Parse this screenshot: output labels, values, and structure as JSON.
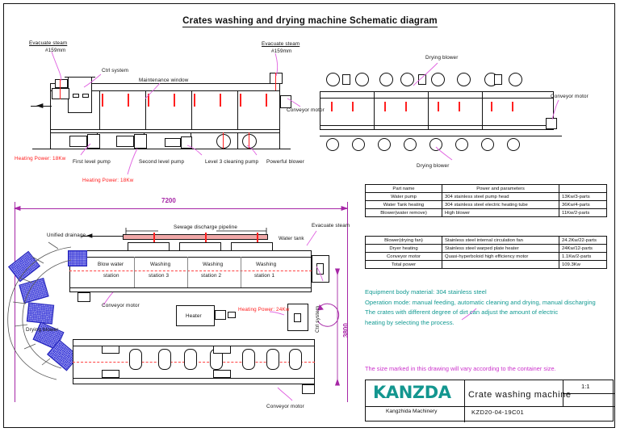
{
  "drawing": {
    "title": "Crates washing and drying machine Schematic diagram"
  },
  "elevation_labels": {
    "evac_steam_1": "Evacuate steam",
    "evac_steam_1_spec": "#159mm",
    "evac_steam_2": "Evacuate steam",
    "evac_steam_2_spec": "#159mm",
    "ctrl_system": "Ctrl system",
    "maintenance_window": "Maintenance window",
    "conveyor_motor_left": "Conveyor motor",
    "conveyor_motor_right": "Conveyor motor",
    "drying_blower_top": "Drying blower",
    "drying_blower_bottom": "Drying blower",
    "heating_power_1": "Heating Power: 18Kw",
    "heating_power_2": "Heating Power: 18Kw",
    "first_level_pump": "First level pump",
    "second_level_pump": "Second level pump",
    "level3_cleaning_pump": "Level 3 cleaning pump",
    "powerful_blower": "Powerful blower"
  },
  "plan_labels": {
    "dim_length": "7200",
    "dim_width": "3800",
    "sewage_pipeline": "Sewage discharge pipeline",
    "unified_drainage": "Unified drainage",
    "water_tank": "Water tank",
    "evacuate_steam": "Evacuate steam",
    "blow_water_station": "Blow water",
    "blow_water_station_2": "station",
    "washing_station_3": "Washing",
    "washing_station_3b": "station 3",
    "washing_station_2": "Washing",
    "washing_station_2b": "station 2",
    "washing_station_1": "Washing",
    "washing_station_1b": "station 1",
    "conveyor_motor_plan": "Conveyor motor",
    "conveyor_motor_plan2": "Conveyor motor",
    "drying_blower_plan": "Drying blower",
    "heater": "Heater",
    "heating_power_3": "Heating Power: 24Kw",
    "ctrl_system_plan": "Ctrl system"
  },
  "spec_table_top": {
    "headers": [
      "Part name",
      "Power and parameters",
      ""
    ],
    "rows": [
      [
        "Water pump",
        "304 stainless steel pump head",
        "13Kw/3-parts"
      ],
      [
        "Water Tank heating",
        "304 stainless steel electric heating tube",
        "36Kw/4-parts"
      ],
      [
        "Blower(water remove)",
        "High blower",
        "11Kw/2-parts"
      ]
    ]
  },
  "spec_table_bottom": {
    "rows": [
      [
        "Blower(drying fan)",
        "Stainless steel internal circulation fan",
        "24.2Kw/22-parts"
      ],
      [
        "Dryer heating",
        "Stainless steel warped plate heater",
        "24Kw/12-parts"
      ],
      [
        "Conveyor motor",
        "Quasi-hyperboloid high efficiency motor",
        "1.1Kw/2-parts"
      ],
      [
        "Total power",
        "",
        "109.3Kw"
      ]
    ]
  },
  "notes": {
    "line1": "Equipment body material: 304 stainless steel",
    "line2": "Operation mode: manual feeding, automatic cleaning and drying, manual discharging",
    "line3": "The crates with different degree of dirt can adjust the amount of electric",
    "line4": "heating by selecting the process.",
    "size_note": "The size marked in this drawing will vary according to the container size."
  },
  "title_block": {
    "logo": "KANZDA",
    "company": "Kangzhida Machinery",
    "product": "Crate washing machine",
    "drawing_number": "KZD20-04-19C01",
    "scale": "1:1"
  },
  "colors": {
    "magenta": "#cc33cc",
    "red": "#ff2020",
    "teal": "#149b93",
    "dim": "#a626a6",
    "crate_blue": "#2b2bd8"
  }
}
